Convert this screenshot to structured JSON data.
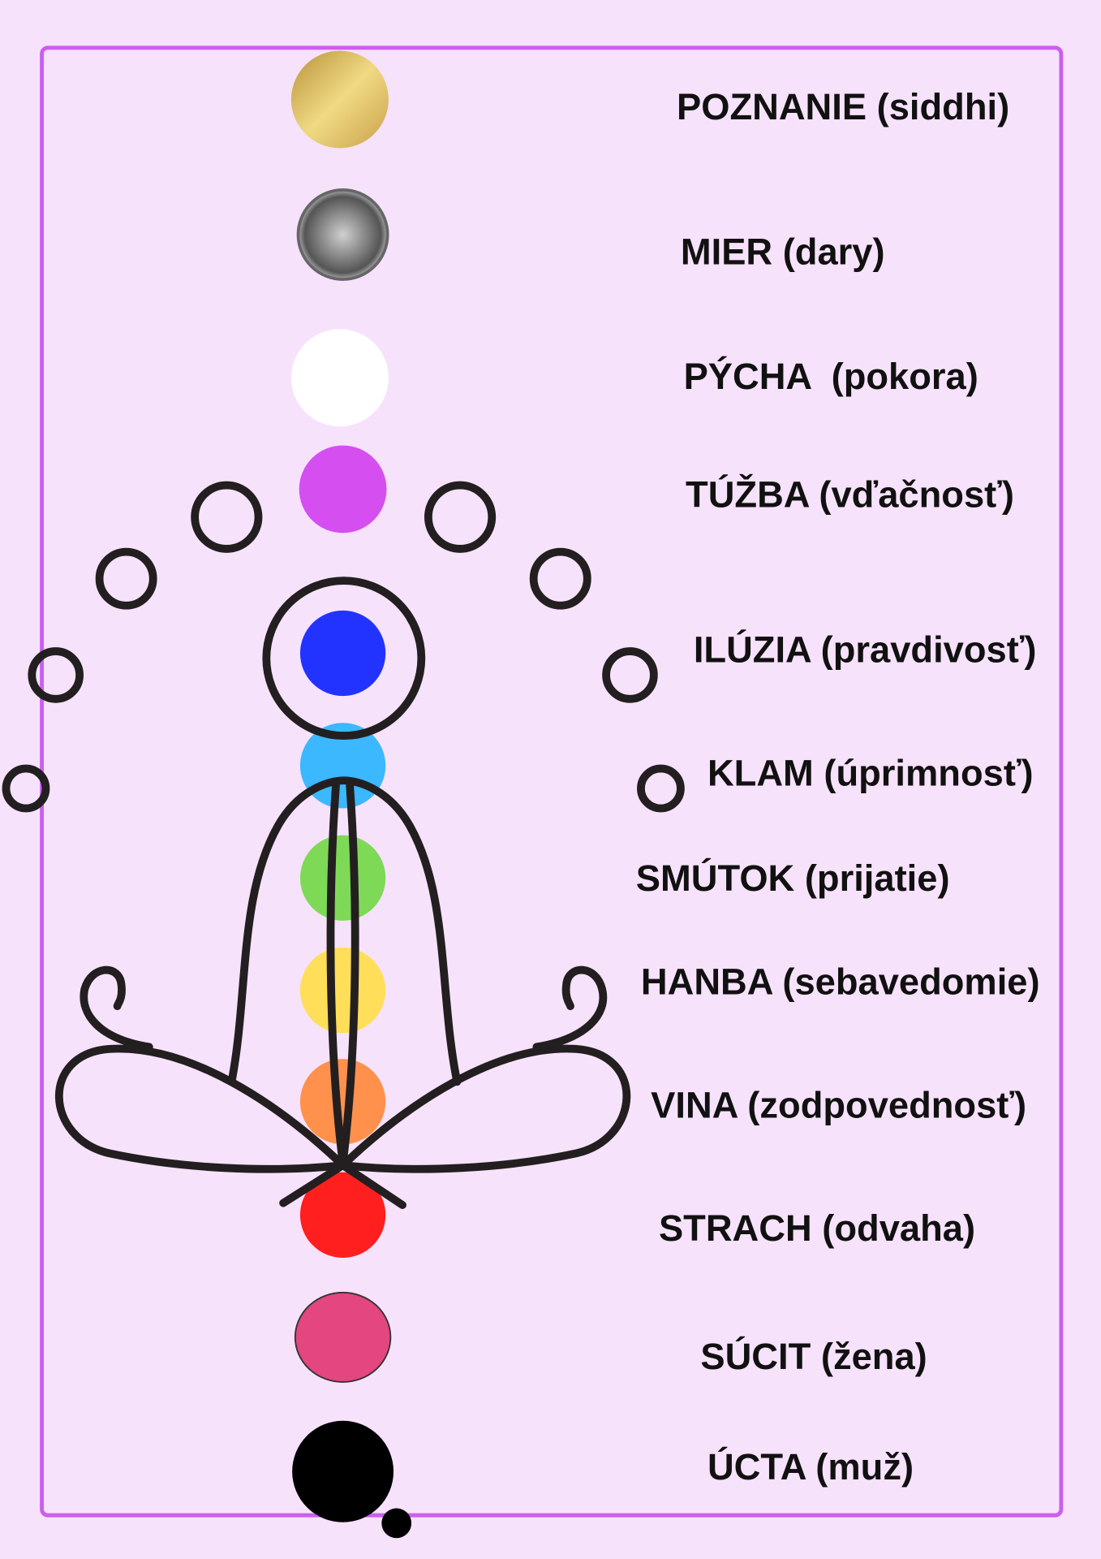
{
  "colors": {
    "background": "#f7e2fb",
    "frame": "#cc5ef0",
    "figure": "#231f20"
  },
  "levels": [
    {
      "label": "POZNANIE (siddhi)",
      "color": "#d9b95a"
    },
    {
      "label": "MIER (dary)",
      "color": "#8a8a8a"
    },
    {
      "label": "PÝCHA  (pokora)",
      "color": "#ffffff"
    },
    {
      "label": "TÚŽBA (vďačnosť)",
      "color": "#d44ef0"
    },
    {
      "label": "ILÚZIA (pravdivosť)",
      "color": "#2233ff"
    },
    {
      "label": "KLAM (úprimnosť)",
      "color": "#3bb8ff"
    },
    {
      "label": "SMÚTOK (prijatie)",
      "color": "#7ed957"
    },
    {
      "label": "HANBA (sebavedomie)",
      "color": "#ffde59"
    },
    {
      "label": "VINA (zodpovednosť)",
      "color": "#ff914d"
    },
    {
      "label": "STRACH (odvaha)",
      "color": "#ff1f1f"
    },
    {
      "label": "SÚCIT (žena)",
      "color": "#e4467f"
    },
    {
      "label": "ÚCTA (muž)",
      "color": "#000000"
    }
  ]
}
